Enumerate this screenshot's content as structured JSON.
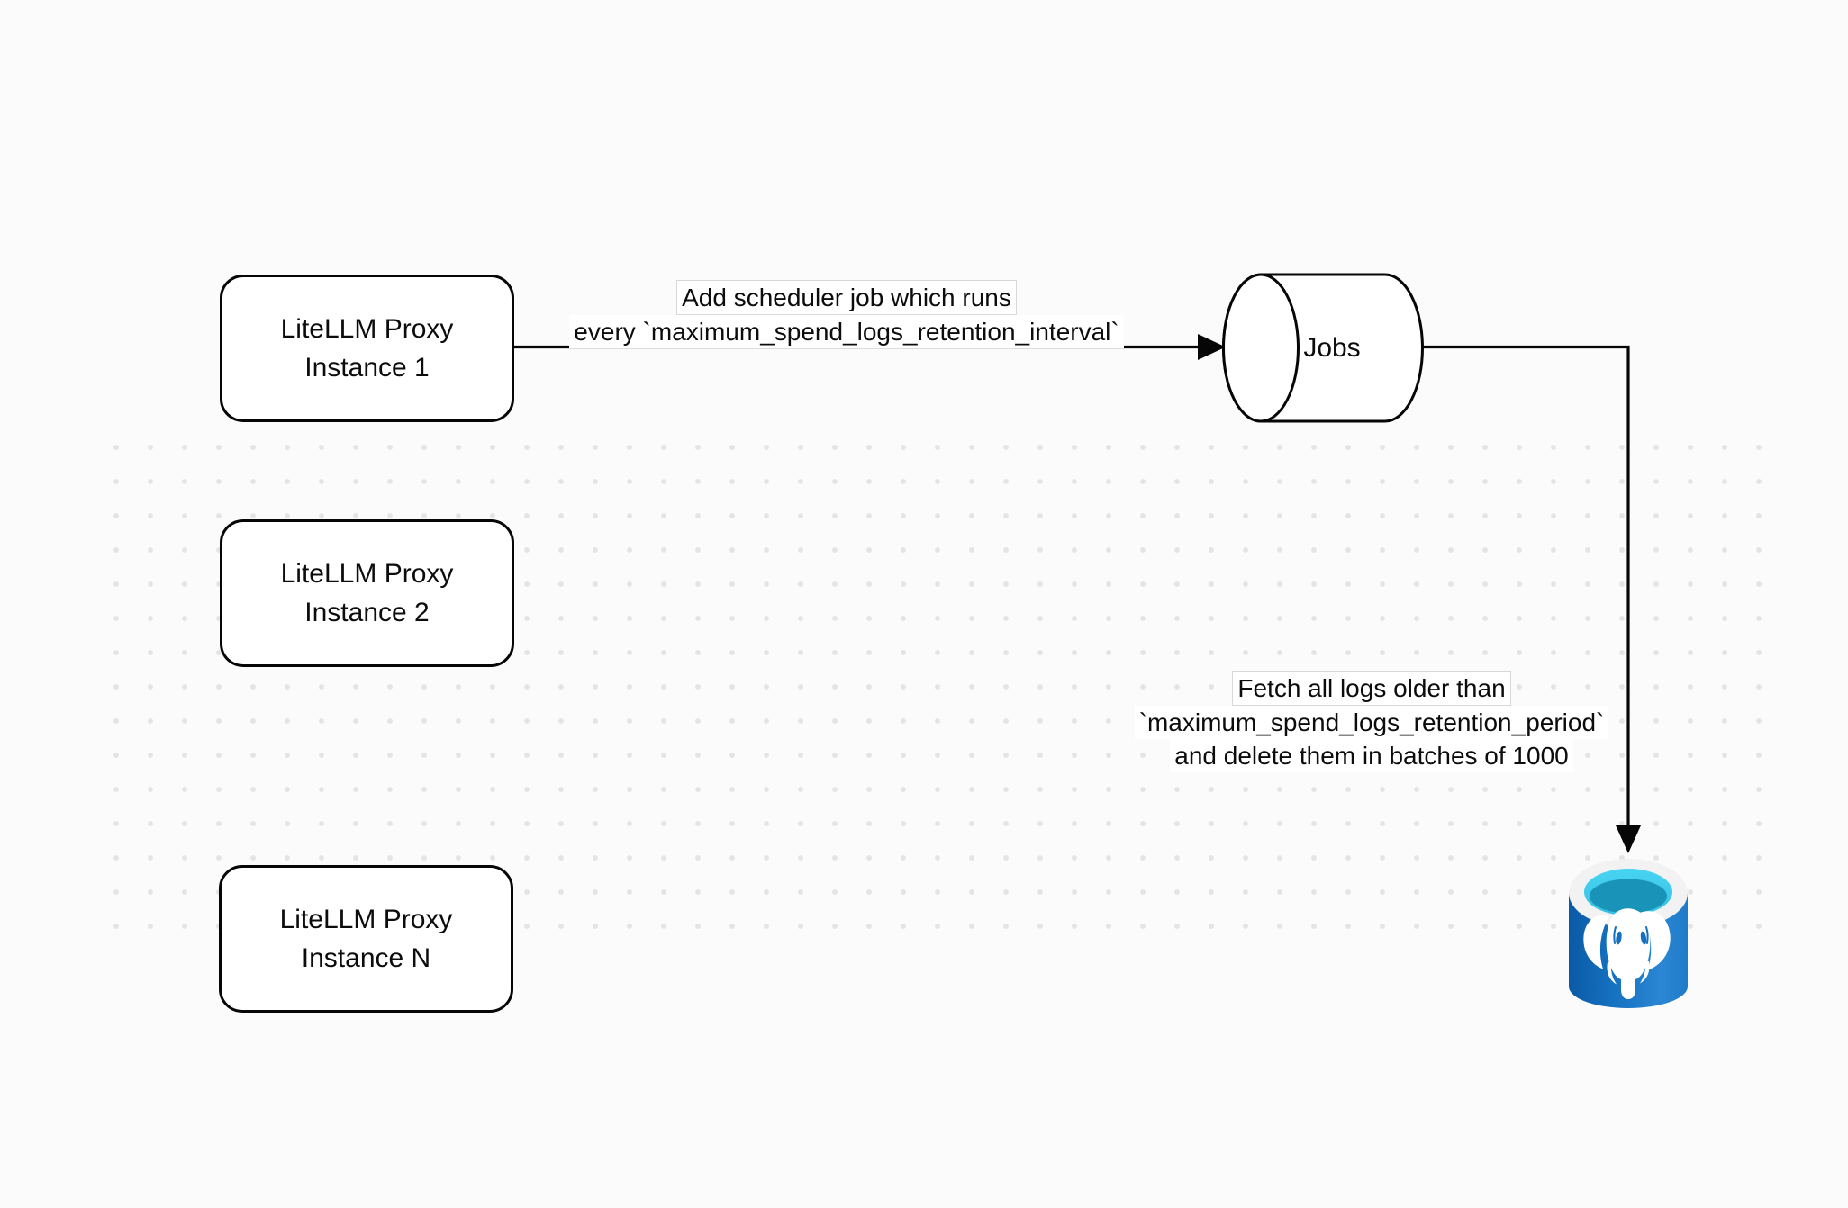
{
  "canvas": {
    "background": "#FBFBFB",
    "dot_color": "#E4E4E4"
  },
  "nodes": {
    "instance1": {
      "line1": "LiteLLM Proxy",
      "line2": "Instance 1"
    },
    "instance2": {
      "line1": "LiteLLM Proxy",
      "line2": "Instance 2"
    },
    "instanceN": {
      "line1": "LiteLLM Proxy",
      "line2": "Instance N"
    },
    "jobs_queue": {
      "label": "Jobs"
    },
    "postgres": {
      "icon": "postgresql-database-icon"
    }
  },
  "edge_labels": {
    "add_scheduler": {
      "line1": "Add scheduler job which runs",
      "line2": "every `maximum_spend_logs_retention_interval`"
    },
    "fetch_logs": {
      "line1": "Fetch all logs older than",
      "line2": "`maximum_spend_logs_retention_period`",
      "line3": "and delete them in batches of 1000"
    }
  },
  "colors": {
    "stroke": "#060606",
    "node_fill": "#FFFFFF",
    "postgres_body_dark": "#0B5AA5",
    "postgres_body": "#1470C0",
    "postgres_body_light": "#2B87D3",
    "postgres_rim": "#F2F2F2",
    "postgres_water_top": "#48D3F2",
    "postgres_water_deep": "#1A93B8",
    "elephant": "#FFFFFF"
  }
}
